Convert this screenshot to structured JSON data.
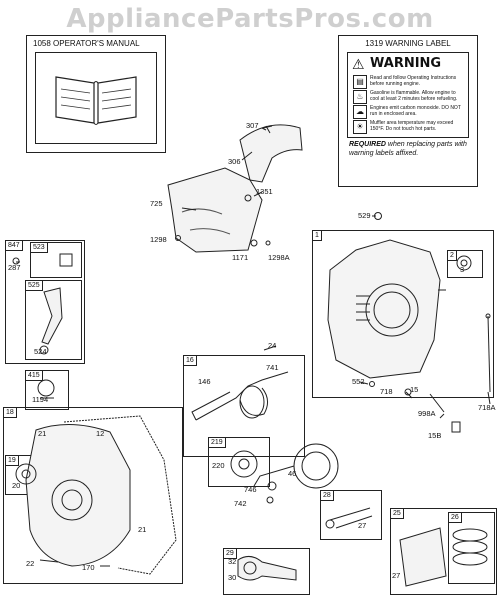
{
  "watermark": "AppliancePartsPros.com",
  "manual_box": {
    "title": "1058 OPERATOR'S MANUAL"
  },
  "warning_box": {
    "title": "1319 WARNING LABEL",
    "heading": "WARNING",
    "lines": [
      "Read and follow Operating Instructions before running engine.",
      "Gasoline is flammable. Allow engine to cool at least 2 minutes before refueling.",
      "Engines emit carbon monoxide. DO NOT run in enclosed area.",
      "Muffler area temperature may exceed 150°F. Do not touch hot parts."
    ],
    "required_label": "REQUIRED",
    "required_text": "when replacing parts with warning labels affixed."
  },
  "group_tags": {
    "g847": "847",
    "g523": "523",
    "g525": "525",
    "g1": "1",
    "g2": "2",
    "g415": "415",
    "g16": "16",
    "g18": "18",
    "g19": "19",
    "g219": "219",
    "g28": "28",
    "g29": "29",
    "g25": "25",
    "g26": "26"
  },
  "callouts": {
    "c307": "307",
    "c306": "306",
    "c725": "725",
    "c1351": "1351",
    "c1298": "1298",
    "c1171": "1171",
    "c1298A": "1298A",
    "c529": "529",
    "c287": "287",
    "c524": "524",
    "c3": "3",
    "c24": "24",
    "c741": "741",
    "c146": "146",
    "c552": "552",
    "c718": "718",
    "c15": "15",
    "c718A": "718A",
    "c1194": "1194",
    "c998A": "998A",
    "c15B": "15B",
    "c21a": "21",
    "c12": "12",
    "c20": "20",
    "c21b": "21",
    "c220": "220",
    "c46": "46",
    "c746": "746",
    "c742": "742",
    "c27a": "27",
    "c32": "32",
    "c30": "30",
    "c27b": "27",
    "c22": "22",
    "c170": "170"
  }
}
